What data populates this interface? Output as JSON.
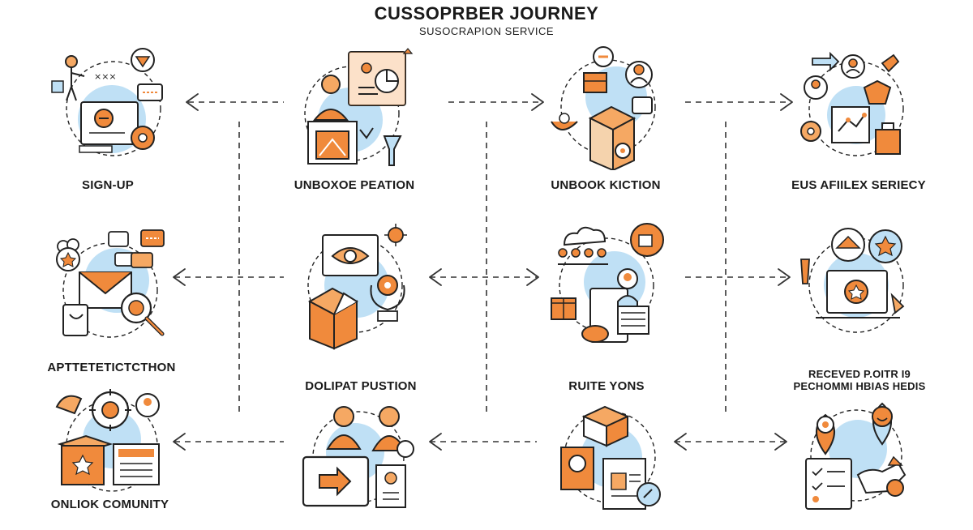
{
  "header": {
    "title": "CUSSOPRBER JOURNEY",
    "subtitle": "SUSOCRAPION SERVICE"
  },
  "stages": [
    {
      "id": "sign-up",
      "label": "SIGN-UP"
    },
    {
      "id": "unboxoe-peation",
      "label": "UNBOXOE PEATION"
    },
    {
      "id": "unbook-kiction",
      "label": "UNBOOK KICTION"
    },
    {
      "id": "eus-afiilex-seriecy",
      "label": "EUS AFIILEX SERIECY"
    },
    {
      "id": "apttetetictcthon",
      "label": "APTTETETICTCTHON"
    },
    {
      "id": "dolipat-pustion",
      "label": "DOLIPAT PUSTION"
    },
    {
      "id": "ruite-yons",
      "label": "RUITE YONS"
    },
    {
      "id": "received-pecommm",
      "label_line1": "RECEVED P.OITR I9",
      "label_line2": "PECHOMMI HBIAS HEDIS"
    },
    {
      "id": "onliok-comunity",
      "label": "ONLIOK COMUNITY"
    }
  ],
  "colors": {
    "orange": "#f08a3c",
    "orange_light": "#f5a863",
    "blue_light": "#bfe0f5",
    "blue": "#8cc8ec",
    "ink": "#1c1c1c"
  }
}
